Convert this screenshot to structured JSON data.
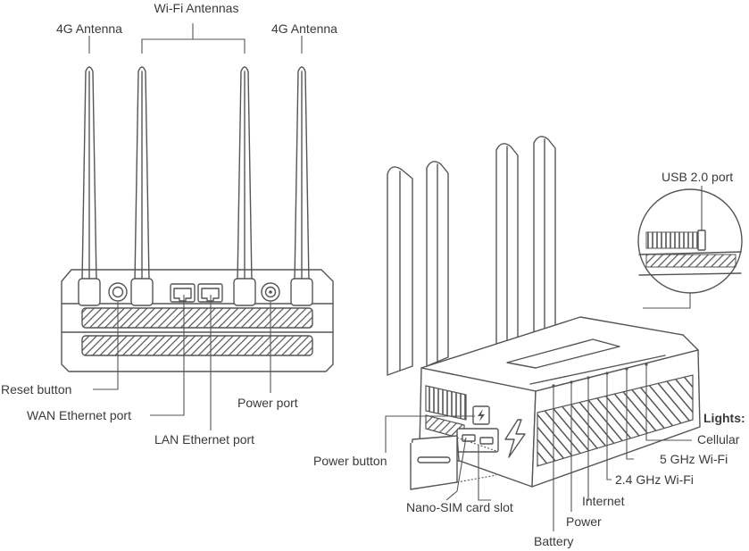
{
  "labels": {
    "wifi_antennas": "Wi-Fi Antennas",
    "antenna_4g_left": "4G Antenna",
    "antenna_4g_right": "4G Antenna",
    "reset_button": "Reset button",
    "wan_port": "WAN Ethernet port",
    "lan_port": "LAN Ethernet port",
    "power_port": "Power port",
    "usb_port": "USB 2.0 port",
    "lights_heading": "Lights:",
    "light_cellular": "Cellular",
    "light_5ghz": "5 GHz Wi-Fi",
    "light_24ghz": "2.4 GHz Wi-Fi",
    "light_internet": "Internet",
    "light_power": "Power",
    "light_battery": "Battery",
    "power_button": "Power button",
    "sim_slot": "Nano-SIM card slot"
  },
  "colors": {
    "line": "#555555",
    "text": "#3a3a3a"
  }
}
